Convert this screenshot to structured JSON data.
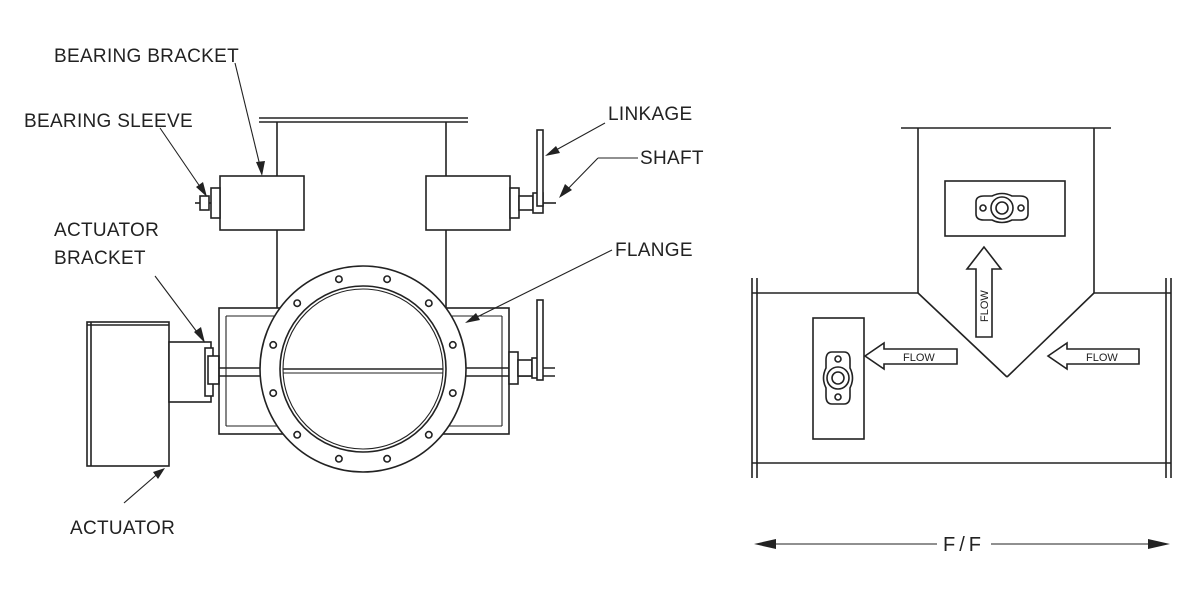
{
  "left_view": {
    "labels": {
      "bearing_bracket": "BEARING BRACKET",
      "bearing_sleeve": "BEARING SLEEVE",
      "linkage": "LINKAGE",
      "shaft": "SHAFT",
      "actuator_bracket_line1": "ACTUATOR",
      "actuator_bracket_line2": "BRACKET",
      "flange": "FLANGE",
      "actuator": "ACTUATOR"
    }
  },
  "right_view": {
    "flow_labels": [
      "FLOW",
      "FLOW",
      "FLOW"
    ],
    "dimension_label": "F/F"
  }
}
